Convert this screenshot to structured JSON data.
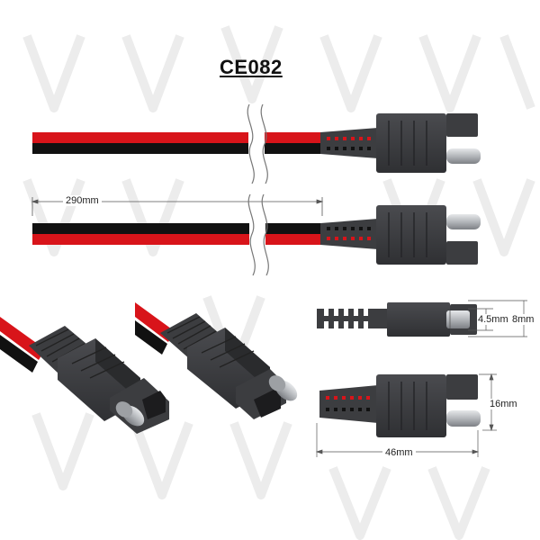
{
  "title": "CE082",
  "dimensions": {
    "cable_length": "290mm",
    "pin_width": "4.5mm",
    "plug_width": "8mm",
    "plug_height": "16mm",
    "plug_length": "46mm"
  },
  "colors": {
    "red_wire": "#d8141a",
    "black_wire": "#111111",
    "connector_body": "#3c3d40",
    "connector_dark": "#2a2b2d",
    "pin": "#b9bcc0",
    "watermark": "#ececec"
  }
}
